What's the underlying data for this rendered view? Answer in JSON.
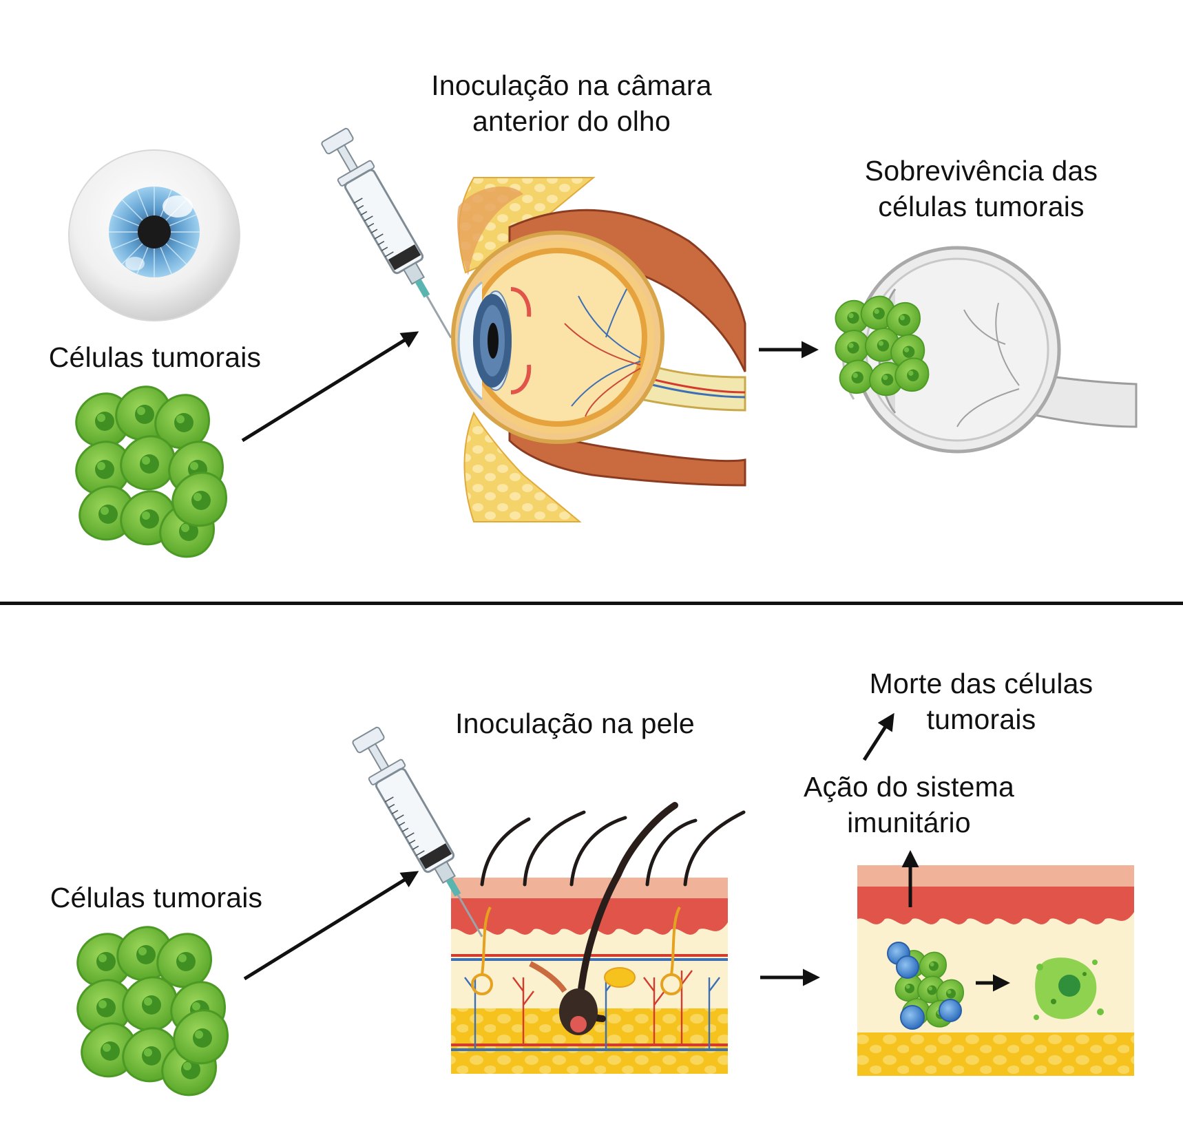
{
  "top_panel": {
    "eye_injection_title": [
      "Inoculação na câmara",
      "anterior do olho"
    ],
    "tumor_cells_label": "Células tumorais",
    "survival_label": [
      "Sobrevivência das",
      "células tumorais"
    ]
  },
  "bottom_panel": {
    "skin_injection_title": "Inoculação na pele",
    "tumor_cells_label": "Células tumorais",
    "immune_action_label": [
      "Ação do sistema",
      "imunitário"
    ],
    "cell_death_label": [
      "Morte das células",
      "tumorais"
    ]
  },
  "colors": {
    "tumor_cell": "#7cc242",
    "tumor_cell_dark": "#3f8f22",
    "immune_cell": "#4a90d9",
    "epidermis": "#e0544a",
    "dermis": "#fbf1cf",
    "fat": "#f7c51e",
    "iris": "#3a6e9c"
  },
  "icons": [
    "eyeball-icon",
    "syringe-icon",
    "eye-cross-section-icon",
    "skin-cross-section-icon",
    "tumor-cell-cluster-icon",
    "immune-cell-icon",
    "dead-cell-icon",
    "arrow-icon"
  ]
}
